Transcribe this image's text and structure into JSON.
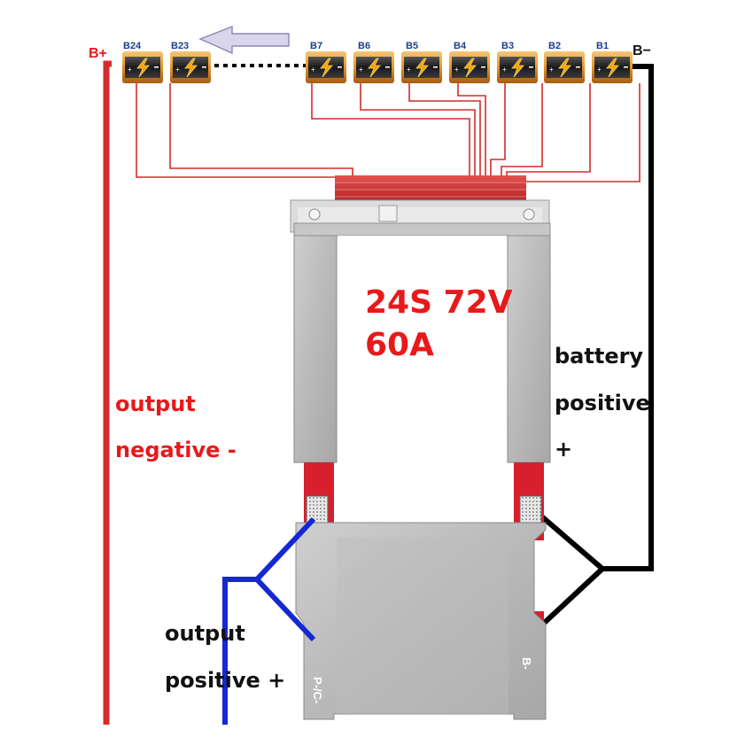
{
  "title": {
    "line1": "24S 72V",
    "line2": "60A"
  },
  "terminals": {
    "b_plus": "B+",
    "b_minus": "B−"
  },
  "cells": [
    "B24",
    "B23",
    "B7",
    "B6",
    "B5",
    "B4",
    "B3",
    "B2",
    "B1"
  ],
  "labels": {
    "output_negative_1": "output",
    "output_negative_2": "negative -",
    "battery_positive_1": "battery",
    "battery_positive_2": "positive",
    "battery_positive_3": "+",
    "output_positive_1": "output",
    "output_positive_2": "positive +"
  },
  "board_markings": {
    "pc_minus": "P-/C-",
    "b_minus": "B-"
  },
  "icons": {
    "cell": "battery-cell-icon",
    "arrow": "left-arrow-icon"
  },
  "colors": {
    "wire_red": "#d62b2b",
    "wire_black": "#000000",
    "wire_blue": "#1428d4",
    "label_red": "#e8191a",
    "cell_blue": "#1d3f8f"
  }
}
